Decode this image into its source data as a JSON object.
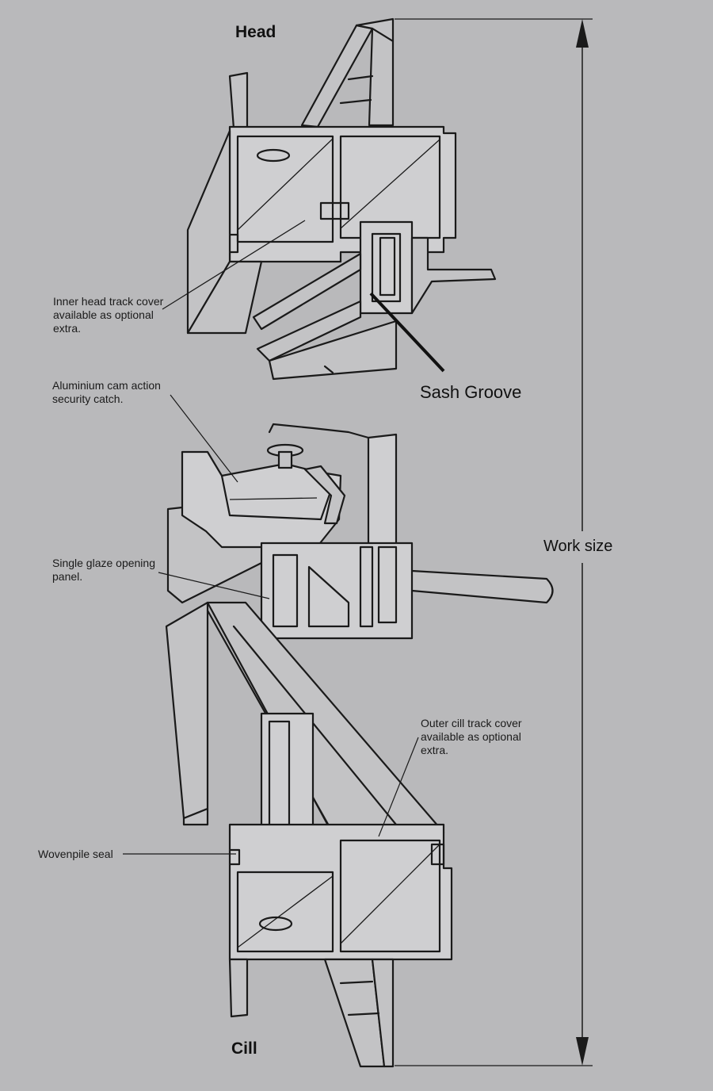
{
  "titles": {
    "head": "Head",
    "cill": "Cill",
    "work_size": "Work size"
  },
  "callouts": {
    "sash_groove": "Sash Groove",
    "inner_head": [
      "Inner head track cover",
      "available as optional",
      "extra."
    ],
    "cam_catch": [
      "Aluminium cam action",
      "security catch."
    ],
    "single_glaze": [
      "Single glaze opening",
      "panel."
    ],
    "outer_cill": [
      "Outer cill track cover",
      "available as optional",
      "extra."
    ],
    "wovenpile": "Wovenpile seal"
  },
  "colors": {
    "background": "#b9b9bb",
    "ink": "#1a1a1a"
  }
}
